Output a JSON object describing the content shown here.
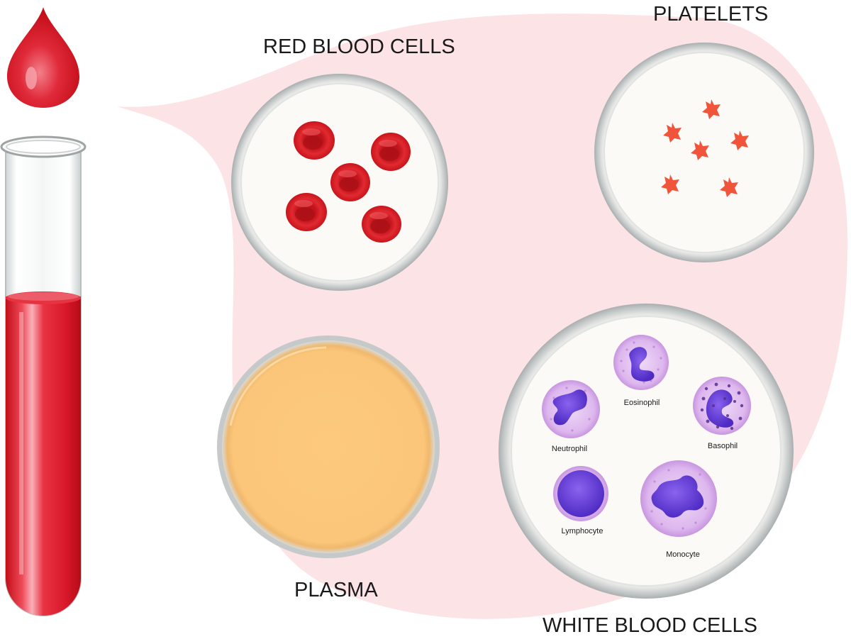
{
  "labels": {
    "red_blood_cells": "RED BLOOD CELLS",
    "platelets": "PLATELETS",
    "plasma": "PLASMA",
    "white_blood_cells": "WHITE BLOOD CELLS"
  },
  "white_cells": {
    "eosinophil": "Eosinophil",
    "neutrophil": "Neutrophil",
    "basophil": "Basophil",
    "lymphocyte": "Lymphocyte",
    "monocyte": "Monocyte"
  },
  "colors": {
    "blood_red": "#d5101b",
    "background_pink": "#fbe3e6",
    "plasma": "#fbc77b",
    "platelet": "#f0553c",
    "wbc_cytoplasm": "#dcb5ee",
    "wbc_nucleus": "#6a3ed8",
    "dish_rim": "#c9cccc",
    "dish_inner": "#fbfaf6"
  }
}
